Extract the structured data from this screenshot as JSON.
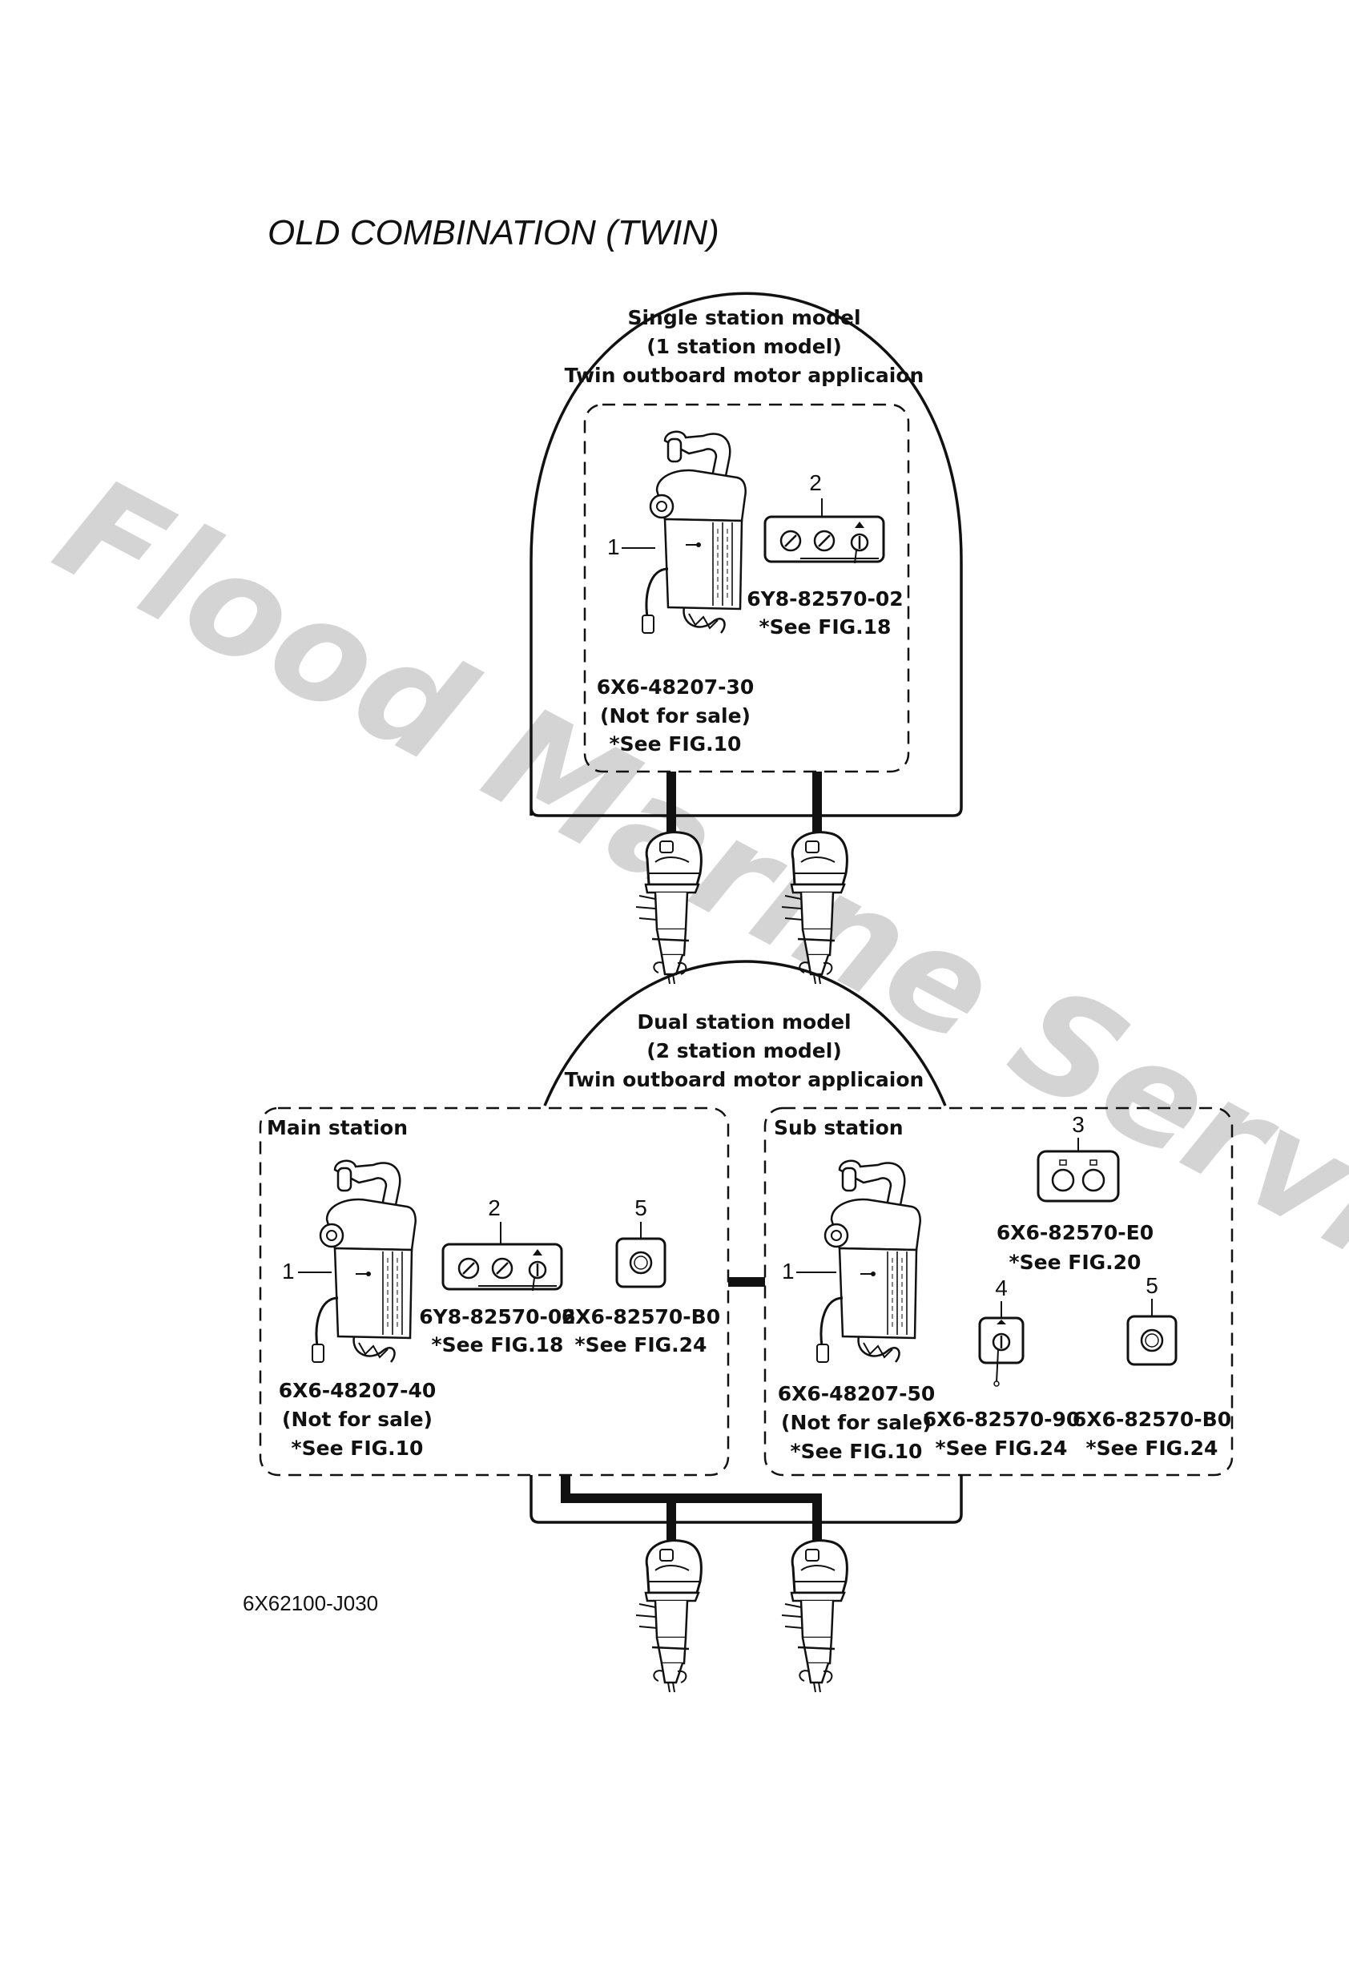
{
  "title": "OLD COMBINATION (TWIN)",
  "watermark": "Flood Marine Services",
  "drawing_code": "6X62100-J030",
  "single_station": {
    "header": [
      "Single station model",
      "(1 station model)",
      "Twin outboard motor applicaion"
    ],
    "item_1": {
      "number": "1",
      "part": "6X6-48207-30",
      "note": "(Not for sale)",
      "ref": "*See FIG.10"
    },
    "item_2": {
      "number": "2",
      "part": "6Y8-82570-02",
      "ref": "*See FIG.18"
    }
  },
  "dual_station": {
    "header": [
      "Dual station model",
      "(2 station model)",
      "Twin outboard motor applicaion"
    ],
    "main_station": {
      "label": "Main station",
      "item_1": {
        "number": "1",
        "part": "6X6-48207-40",
        "note": "(Not for sale)",
        "ref": "*See FIG.10"
      },
      "item_2": {
        "number": "2",
        "part": "6Y8-82570-02",
        "ref": "*See FIG.18"
      },
      "item_5": {
        "number": "5",
        "part": "6X6-82570-B0",
        "ref": "*See FIG.24"
      }
    },
    "sub_station": {
      "label": "Sub station",
      "item_1": {
        "number": "1",
        "part": "6X6-48207-50",
        "note": "(Not for sale)",
        "ref": "*See FIG.10"
      },
      "item_3": {
        "number": "3",
        "part": "6X6-82570-E0",
        "ref": "*See FIG.20"
      },
      "item_4": {
        "number": "4",
        "part": "6X6-82570-90",
        "ref": "*See FIG.24"
      },
      "item_5": {
        "number": "5",
        "part": "6X6-82570-B0",
        "ref": "*See FIG.24"
      }
    }
  },
  "icons": [
    "control-box-icon",
    "switch-panel-icon",
    "outboard-motor-icon",
    "round-switch-icon",
    "dual-switch-panel-icon",
    "key-switch-icon"
  ],
  "colors": {
    "line": "#111111",
    "watermark": "#d4d4d4",
    "background": "#ffffff"
  }
}
